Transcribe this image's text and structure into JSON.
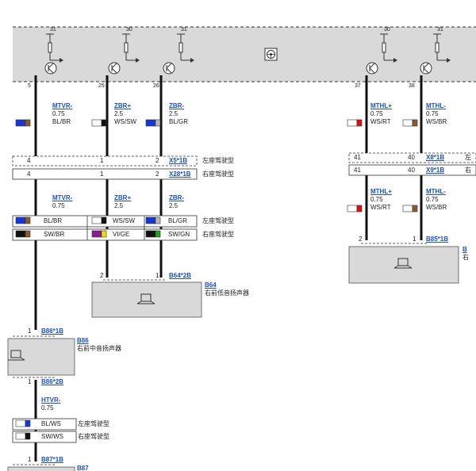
{
  "ground_labels": [
    "31",
    "30",
    "31",
    "30",
    "31"
  ],
  "module": {
    "icon": "steering-wheel-icon"
  },
  "top_pins": [
    "5",
    "25",
    "26",
    "37",
    "38"
  ],
  "wires_top": [
    {
      "name": "MTVR-",
      "size": "0.75",
      "color": "BL/BR"
    },
    {
      "name": "ZBR+",
      "size": "2.5",
      "color": "WS/SW"
    },
    {
      "name": "ZBR-",
      "size": "2.5",
      "color": "BL/GR"
    },
    {
      "name": "MTHL+",
      "size": "0.75",
      "color": "WS/RT"
    },
    {
      "name": "MTHL-",
      "size": "0.75",
      "color": "WS/BR"
    }
  ],
  "connector_rows_left": [
    {
      "pin_a": "4",
      "pin_b": "1",
      "pin_c": "2",
      "link": "X5*1B",
      "note": "左座驾驶型"
    },
    {
      "pin_a": "4",
      "pin_b": "1",
      "pin_c": "2",
      "link": "X28*1B",
      "note": "右座驾驶型"
    }
  ],
  "connector_rows_right": [
    {
      "pin_a": "41",
      "pin_b": "40",
      "link": "X8*1B",
      "note": "左"
    },
    {
      "pin_a": "41",
      "pin_b": "40",
      "link": "X9*1B",
      "note": "右"
    }
  ],
  "wires_mid": [
    {
      "name": "MTVR-",
      "size": "0.75"
    },
    {
      "name": "ZBR+",
      "size": "2.5"
    },
    {
      "name": "ZBR-",
      "size": "2.5"
    },
    {
      "name": "MTHL+",
      "size": "0.75",
      "color": "WS/RT"
    },
    {
      "name": "MTHL-",
      "size": "0.75",
      "color": "WS/BR"
    }
  ],
  "color_rows": [
    {
      "c1": "BL/BR",
      "c2": "WS/SW",
      "c3": "BL/GR",
      "note": "左座驾驶型"
    },
    {
      "c1": "SW/BR",
      "c2": "VI/GE",
      "c3": "SW/GN",
      "note": "右座驾驶型"
    }
  ],
  "b64": {
    "pin_a": "2",
    "pin_b": "1",
    "conn": "B64*2B",
    "id": "B64",
    "desc": "右前低音扬声器"
  },
  "b85": {
    "pin_a": "2",
    "pin_b": "1",
    "conn": "B85*1B",
    "id": "B",
    "desc": "右"
  },
  "b86": {
    "pin_top": "1",
    "conn_top": "B86*1B",
    "id": "B86",
    "desc": "右前中音扬声器",
    "pin_bot": "1",
    "conn_bot": "B86*2B"
  },
  "htvr": {
    "name": "HTVR-",
    "size": "0.75",
    "rows": [
      {
        "color": "BL/WS",
        "note": "左座驾驶型"
      },
      {
        "color": "SW/WS",
        "note": "右座驾驶型"
      }
    ]
  },
  "b87": {
    "pin": "1",
    "conn": "B87*1B",
    "id": "B87"
  },
  "colors": {
    "blue": "#1637d8",
    "brown": "#8a5a2b",
    "black": "#111111",
    "white": "#ffffff",
    "gray": "#b8b8b8",
    "green": "#1aa51a",
    "red": "#e01010",
    "violet": "#8a1a9a",
    "yellow": "#f0e000",
    "box": "#d9d9d9",
    "link": "#1a4fd6"
  }
}
